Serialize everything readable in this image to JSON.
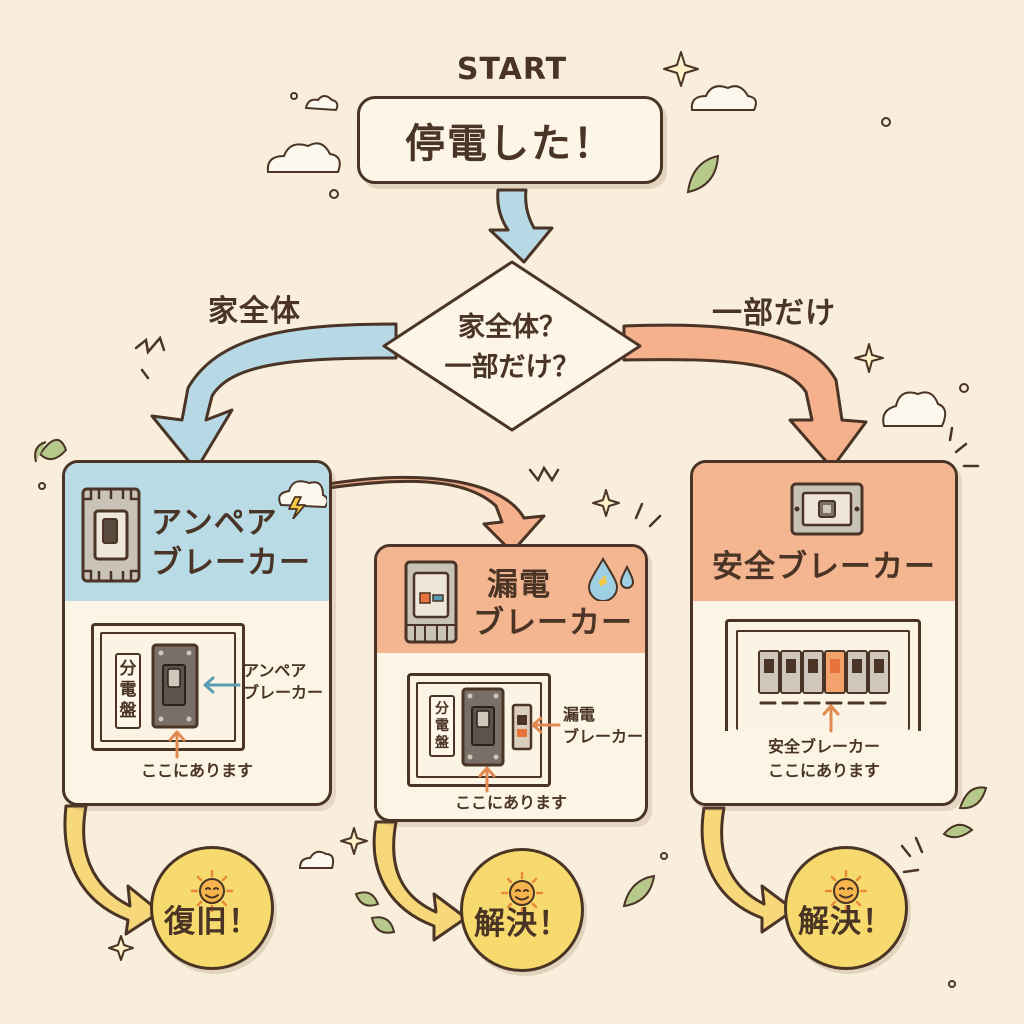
{
  "start_label": "START",
  "start_box": "停電した！",
  "question": {
    "line1": "家全体？",
    "line2": "一部だけ？"
  },
  "branches": {
    "left": "家全体",
    "right": "一部だけ"
  },
  "cards": [
    {
      "id": "ampere",
      "title_line1": "アンペア",
      "title_line2": "ブレーカー",
      "panel_label": "分電盤",
      "pointer_line1": "アンペア",
      "pointer_line2": "ブレーカー",
      "location_note": "ここにあります",
      "head_color": "#b9dbe6",
      "result": "復旧！"
    },
    {
      "id": "leakage",
      "title_line1": "漏電",
      "title_line2": "ブレーカー",
      "panel_label": "分電盤",
      "pointer_line1": "漏電",
      "pointer_line2": "ブレーカー",
      "location_note": "ここにあります",
      "head_color": "#f4b690",
      "result": "解決！"
    },
    {
      "id": "safety",
      "title_line1": "安全ブレーカー",
      "caption_line1": "安全ブレーカー",
      "caption_line2": "ここにあります",
      "head_color": "#f4b690",
      "result": "解決！"
    }
  ],
  "colors": {
    "blue_arrow": "#b7d9e6",
    "orange_arrow": "#f5b08c",
    "yellow_arrow": "#f6d77a",
    "outline": "#4a3426",
    "background": "#f8eedb"
  }
}
